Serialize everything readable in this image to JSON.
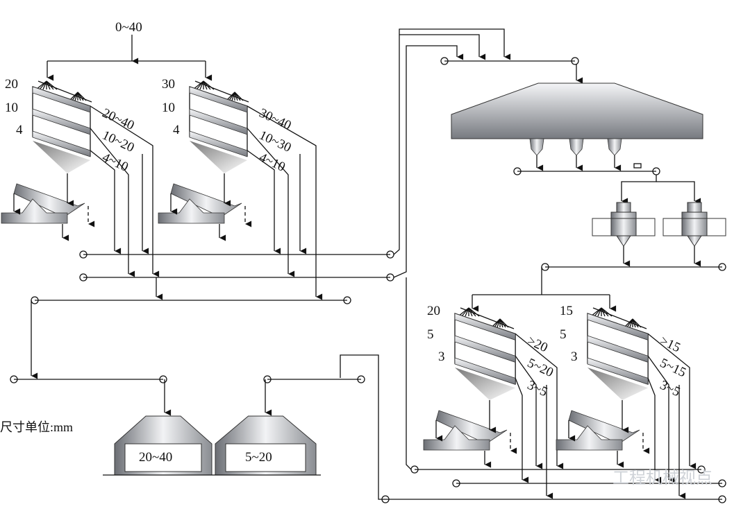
{
  "feed_label": "0~40",
  "unit_label": "尺寸单位:mm",
  "watermark": "工程机械视点",
  "primary_screens": [
    {
      "decks": [
        "20",
        "10",
        "4"
      ],
      "outputs": [
        "20~40",
        "10~20",
        "4~10"
      ]
    },
    {
      "decks": [
        "30",
        "10",
        "4"
      ],
      "outputs": [
        "30~40",
        "10~30",
        "4~10"
      ]
    }
  ],
  "secondary_screens": [
    {
      "decks": [
        "20",
        "5",
        "3"
      ],
      "outputs": [
        ">20",
        "5~20",
        "3~5"
      ]
    },
    {
      "decks": [
        "15",
        "5",
        "3"
      ],
      "outputs": [
        ">15",
        "5~15",
        "3~5"
      ]
    }
  ],
  "stockpiles": [
    "20~40",
    "5~20"
  ],
  "colors": {
    "line": "#111111",
    "metal_dark": "#6b6e74",
    "metal_light": "#f2f3f5"
  }
}
